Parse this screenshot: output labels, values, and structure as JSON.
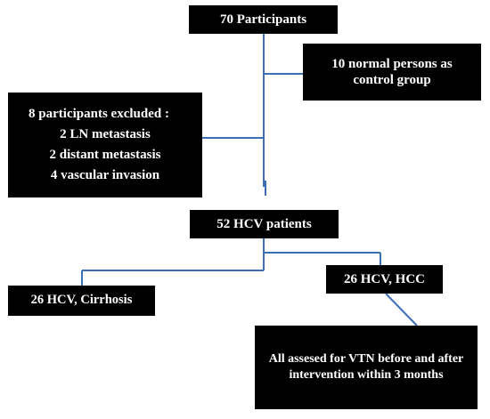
{
  "flowchart": {
    "participants": "70 Participants",
    "control_group": "10 normal persons as control group",
    "excluded": {
      "title": "8 participants excluded :",
      "reasons": [
        "2 LN metastasis",
        "2 distant metastasis",
        "4 vascular invasion"
      ]
    },
    "hcv_patients": "52 HCV patients",
    "cirrhosis": "26 HCV, Cirrhosis",
    "hcc": "26 HCV, HCC",
    "vtn_assessment": "All assesed for VTN before and after intervention within 3 months"
  },
  "colors": {
    "box_fill": "#000000",
    "box_text": "#ffffff",
    "connector": "#3d6fb4"
  }
}
